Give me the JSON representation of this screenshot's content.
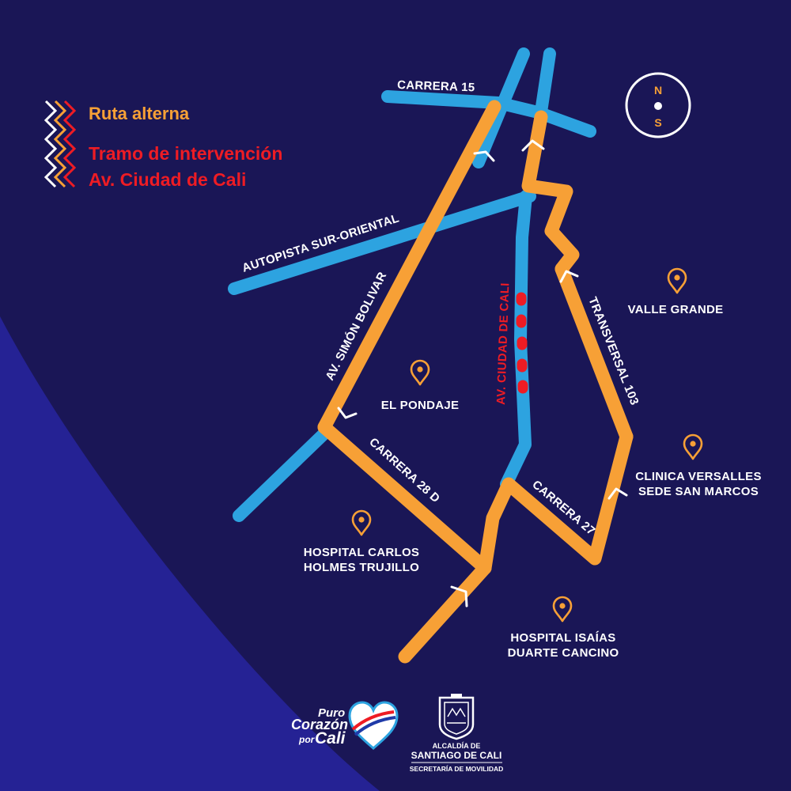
{
  "legend": {
    "alternate_route": "Ruta alterna",
    "intervention_line1": "Tramo de intervención",
    "intervention_line2": "Av. Ciudad de Cali"
  },
  "compass": {
    "north": "N",
    "south": "S"
  },
  "roads": {
    "carrera_15": "CARRERA 15",
    "autopista": "AUTOPISTA SUR-ORIENTAL",
    "simon_bolivar": "AV. SIMÓN BOLIVAR",
    "ciudad_de_cali": "AV. CIUDAD DE CALI",
    "transversal_103": "TRANSVERSAL 103",
    "carrera_28d": "CARRERA 28 D",
    "carrera_27": "CARRERA 27"
  },
  "places": {
    "valle_grande": "VALLE GRANDE",
    "el_pondaje": "EL PONDAJE",
    "clinica_l1": "CLINICA VERSALLES",
    "clinica_l2": "SEDE SAN MARCOS",
    "hcarlos_l1": "HOSPITAL CARLOS",
    "hcarlos_l2": "HOLMES TRUJILLO",
    "hisaias_l1": "HOSPITAL ISAÍAS",
    "hisaias_l2": "DUARTE CANCINO"
  },
  "logos": {
    "puro": "Puro",
    "corazon": "Corazón",
    "por": "por",
    "cali": "Cali",
    "alcaldia_l1": "ALCALDÍA DE",
    "alcaldia_l2": "SANTIAGO DE CALI",
    "secretaria": "SECRETARÍA DE MOVILIDAD"
  },
  "colors": {
    "background": "#1a1656",
    "background_light": "#252294",
    "alternate_route": "#f7a036",
    "intervention": "#ee1c24",
    "road": "#2da3e0"
  }
}
